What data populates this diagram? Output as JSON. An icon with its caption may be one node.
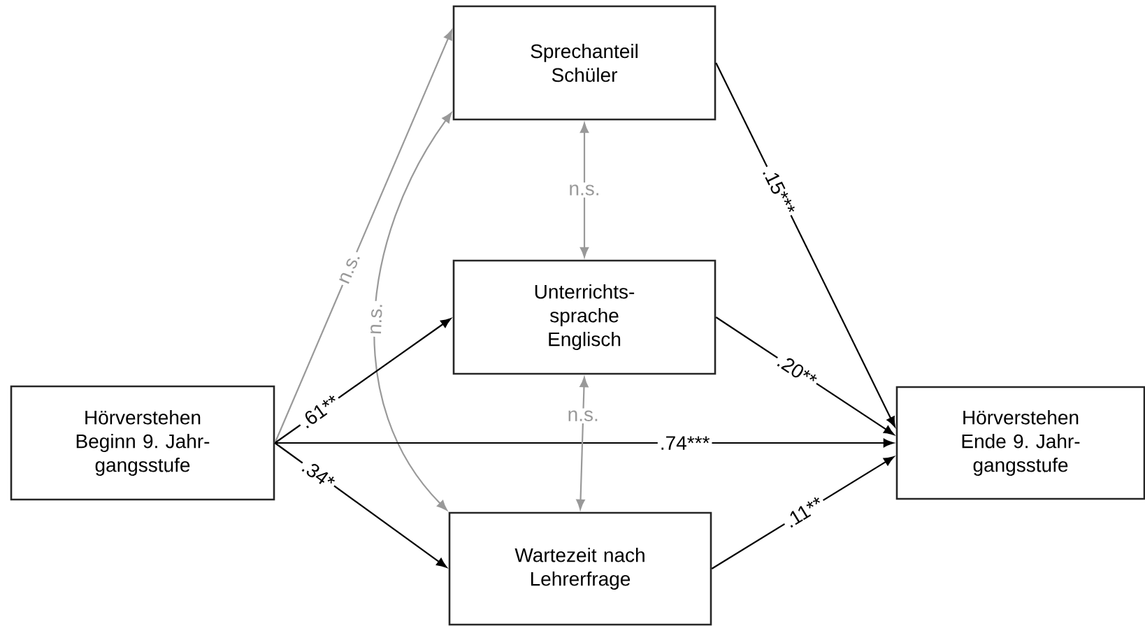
{
  "diagram": {
    "nodes": [
      {
        "text": [
          "Hörverstehen Beginn 9. Jahr-gangsstufe"
        ]
      },
      {
        "text": [
          "Sprechanteil Schüler"
        ]
      },
      {
        "text": [
          "Unterrichts-sprache Englisch"
        ]
      },
      {
        "text": [
          "Wartezeit nach Lehrerfrage"
        ]
      },
      {
        "text": [
          "Hörverstehen Ende 9. Jahr-gangsstufe"
        ]
      }
    ],
    "edges": [
      {
        "from": 0,
        "to": 1,
        "arrow": "to",
        "label": "n.s.",
        "color": "#999999"
      },
      {
        "from": 1,
        "to": 3,
        "arrow": "both",
        "label": "n.s.",
        "color": "#999999"
      },
      {
        "from": 0,
        "to": 2,
        "arrow": "to",
        "label": ".61**"
      },
      {
        "from": 0,
        "to": 3,
        "arrow": "to",
        "label": ".34*"
      },
      {
        "from": 0,
        "to": 4,
        "arrow": "to",
        "label": ".74***"
      },
      {
        "from": 1,
        "to": 4,
        "arrow": "to",
        "label": ".15***"
      },
      {
        "from": 2,
        "to": 4,
        "arrow": "to",
        "label": ".20**"
      },
      {
        "from": 3,
        "to": 4,
        "arrow": "to",
        "label": ".11**"
      },
      {
        "from": 1,
        "to": 2,
        "arrow": "both",
        "label": "n.s.",
        "color": "#999999"
      },
      {
        "from": 2,
        "to": 3,
        "arrow": "both",
        "label": "n.s.",
        "color": "#999999"
      }
    ]
  }
}
